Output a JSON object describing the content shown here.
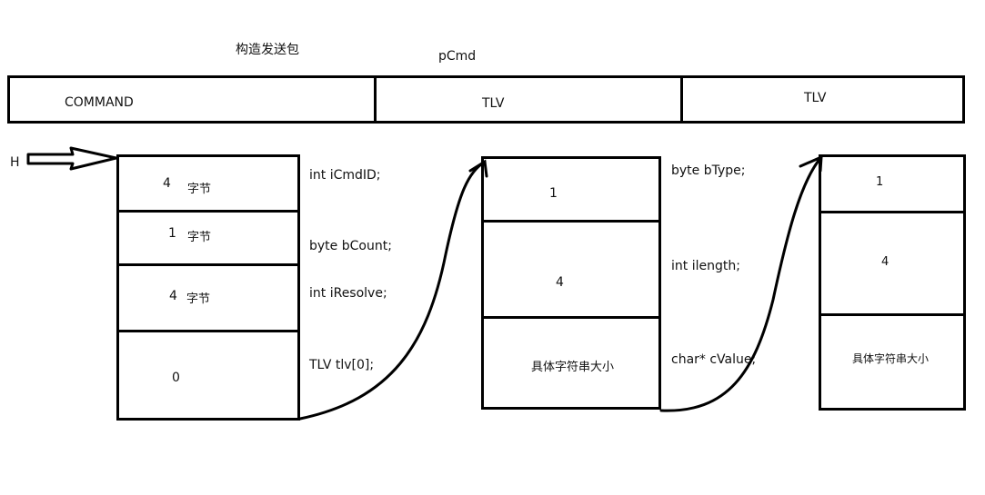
{
  "title": "构造发送包",
  "packet": {
    "name": "pCmd",
    "segments": [
      "COMMAND",
      "TLV",
      "TLV"
    ]
  },
  "pointer_label": "H",
  "command_struct": {
    "cells": [
      {
        "value": "4",
        "unit": "字节"
      },
      {
        "value": "1",
        "unit": "字节"
      },
      {
        "value": "4",
        "unit": "字节"
      },
      {
        "value": "0",
        "unit": ""
      }
    ],
    "fields": [
      "int iCmdID;",
      "byte bCount;",
      "int iResolve;",
      "TLV tlv[0];"
    ]
  },
  "tlv_struct_1": {
    "cells": [
      "1",
      "4",
      "具体字符串大小"
    ],
    "fields": [
      "byte bType;",
      "int ilength;",
      "char* cValue;"
    ]
  },
  "tlv_struct_2": {
    "cells": [
      "1",
      "4",
      "具体字符串大小"
    ]
  }
}
